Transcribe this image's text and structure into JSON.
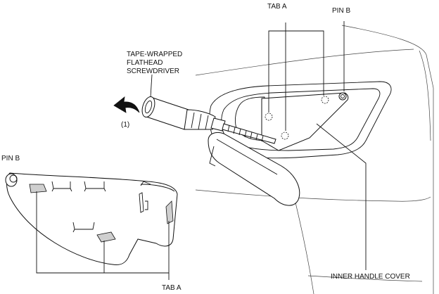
{
  "labels": {
    "tab_a_top": "TAB A",
    "pin_b_top": "PIN B",
    "tool_line1": "TAPE-WRAPPED",
    "tool_line2": "FLATHEAD",
    "tool_line3": "SCREWDRIVER",
    "step": "(1)",
    "pin_b_left": "PIN B",
    "inner_handle_cover": "INNER HANDLE COVER",
    "tab_a_bottom": "TAB A"
  },
  "icons": {
    "removal_arrow": "curved-arrow-left-icon"
  },
  "colors": {
    "line": "#111111",
    "part_fill": "#ffffff",
    "tab_fill": "#cfcfcf"
  }
}
